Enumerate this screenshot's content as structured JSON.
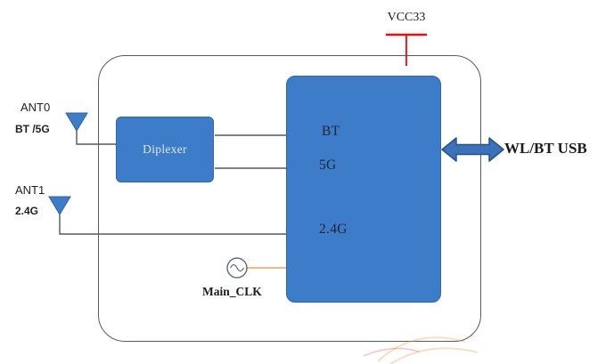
{
  "diagram": {
    "vcc_label": "VCC33",
    "ant0_name": "ANT0",
    "ant0_band": "BT /5G",
    "ant1_name": "ANT1",
    "ant1_band": "2.4G",
    "diplexer_label": "Diplexer",
    "chip_port_bt": "BT",
    "chip_port_5g": "5G",
    "chip_port_24g": "2.4G",
    "clock_label": "Main_CLK",
    "usb_label": "WL/BT USB",
    "colors": {
      "block_blue": "#3d7cc9",
      "vcc_red": "#fb0607",
      "clk_orange": "#f2a054",
      "arrow_fill": "#3a72bd",
      "arrow_border": "#27527f",
      "wire_gray": "#54585c",
      "boundary_gray": "#5a5a5a"
    }
  }
}
